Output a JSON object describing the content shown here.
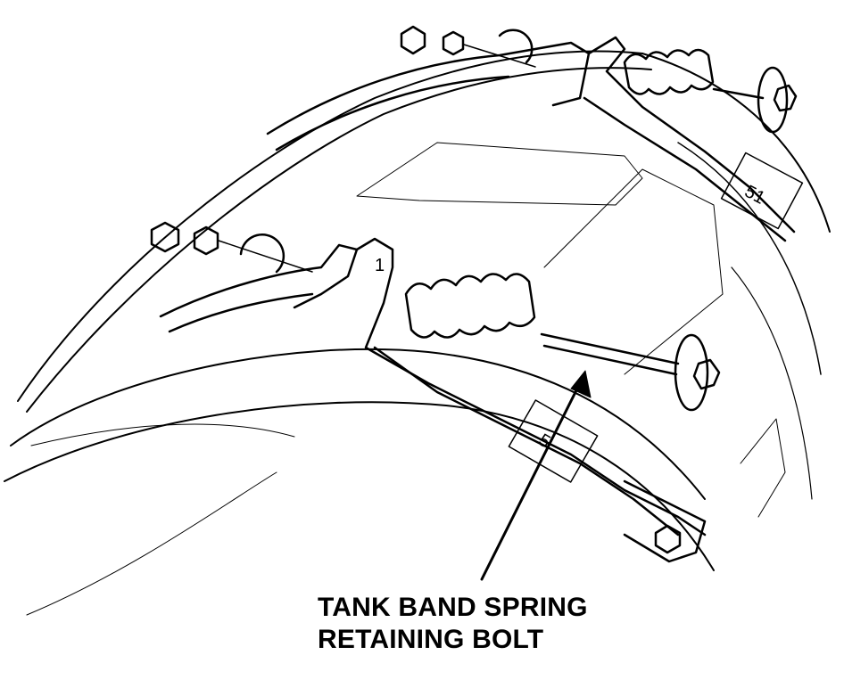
{
  "callout": {
    "line1": "TANK BAND SPRING",
    "line2": "RETAINING BOLT"
  },
  "stamps": {
    "upper_band": "51",
    "lower_band": "5",
    "lower_bracket": "1"
  },
  "colors": {
    "ink": "#000000",
    "paper": "#ffffff"
  }
}
